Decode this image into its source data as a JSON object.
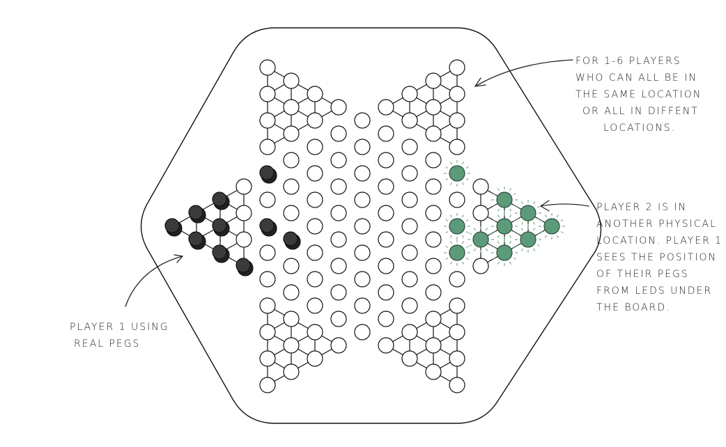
{
  "notes": {
    "multiplayer": [
      "FOR 1-6 PLAYERS",
      "WHO CAN ALL BE IN",
      "THE SAME LOCATION",
      "OR ALL IN DIFFENT",
      "LOCATIONS."
    ],
    "player2": [
      "PLAYER 2 IS IN",
      "ANOTHER PHYSICAL",
      "LOCATION. PLAYER 1",
      "SEES THE POSITION",
      "OF THEIR PEGS",
      "FROM LEDS UNDER",
      "THE BOARD."
    ],
    "player1": [
      "PLAYER 1 USING",
      "REAL PEGS"
    ]
  },
  "colors": {
    "player1_peg": "#3b3b3b",
    "player2_led": "#5c9b7a",
    "hole": "#ffffff",
    "line": "#111111"
  },
  "board": {
    "column_lengths": [
      1,
      2,
      3,
      4,
      13,
      12,
      11,
      10,
      9,
      10,
      11,
      12,
      13,
      4,
      3,
      2,
      1
    ],
    "player1_pegs": [
      [
        -8,
        0
      ],
      [
        -7,
        0
      ],
      [
        -7,
        1
      ],
      [
        -6,
        0
      ],
      [
        -6,
        1
      ],
      [
        -6,
        2
      ],
      [
        -5,
        3
      ],
      [
        -4,
        4
      ],
      [
        -4,
        6
      ],
      [
        -3,
        6
      ]
    ],
    "player2_leds": [
      [
        4,
        4
      ],
      [
        4,
        6
      ],
      [
        4,
        7
      ],
      [
        5,
        2
      ],
      [
        6,
        0
      ],
      [
        6,
        1
      ],
      [
        6,
        2
      ],
      [
        7,
        0
      ],
      [
        7,
        1
      ],
      [
        8,
        0
      ]
    ]
  }
}
